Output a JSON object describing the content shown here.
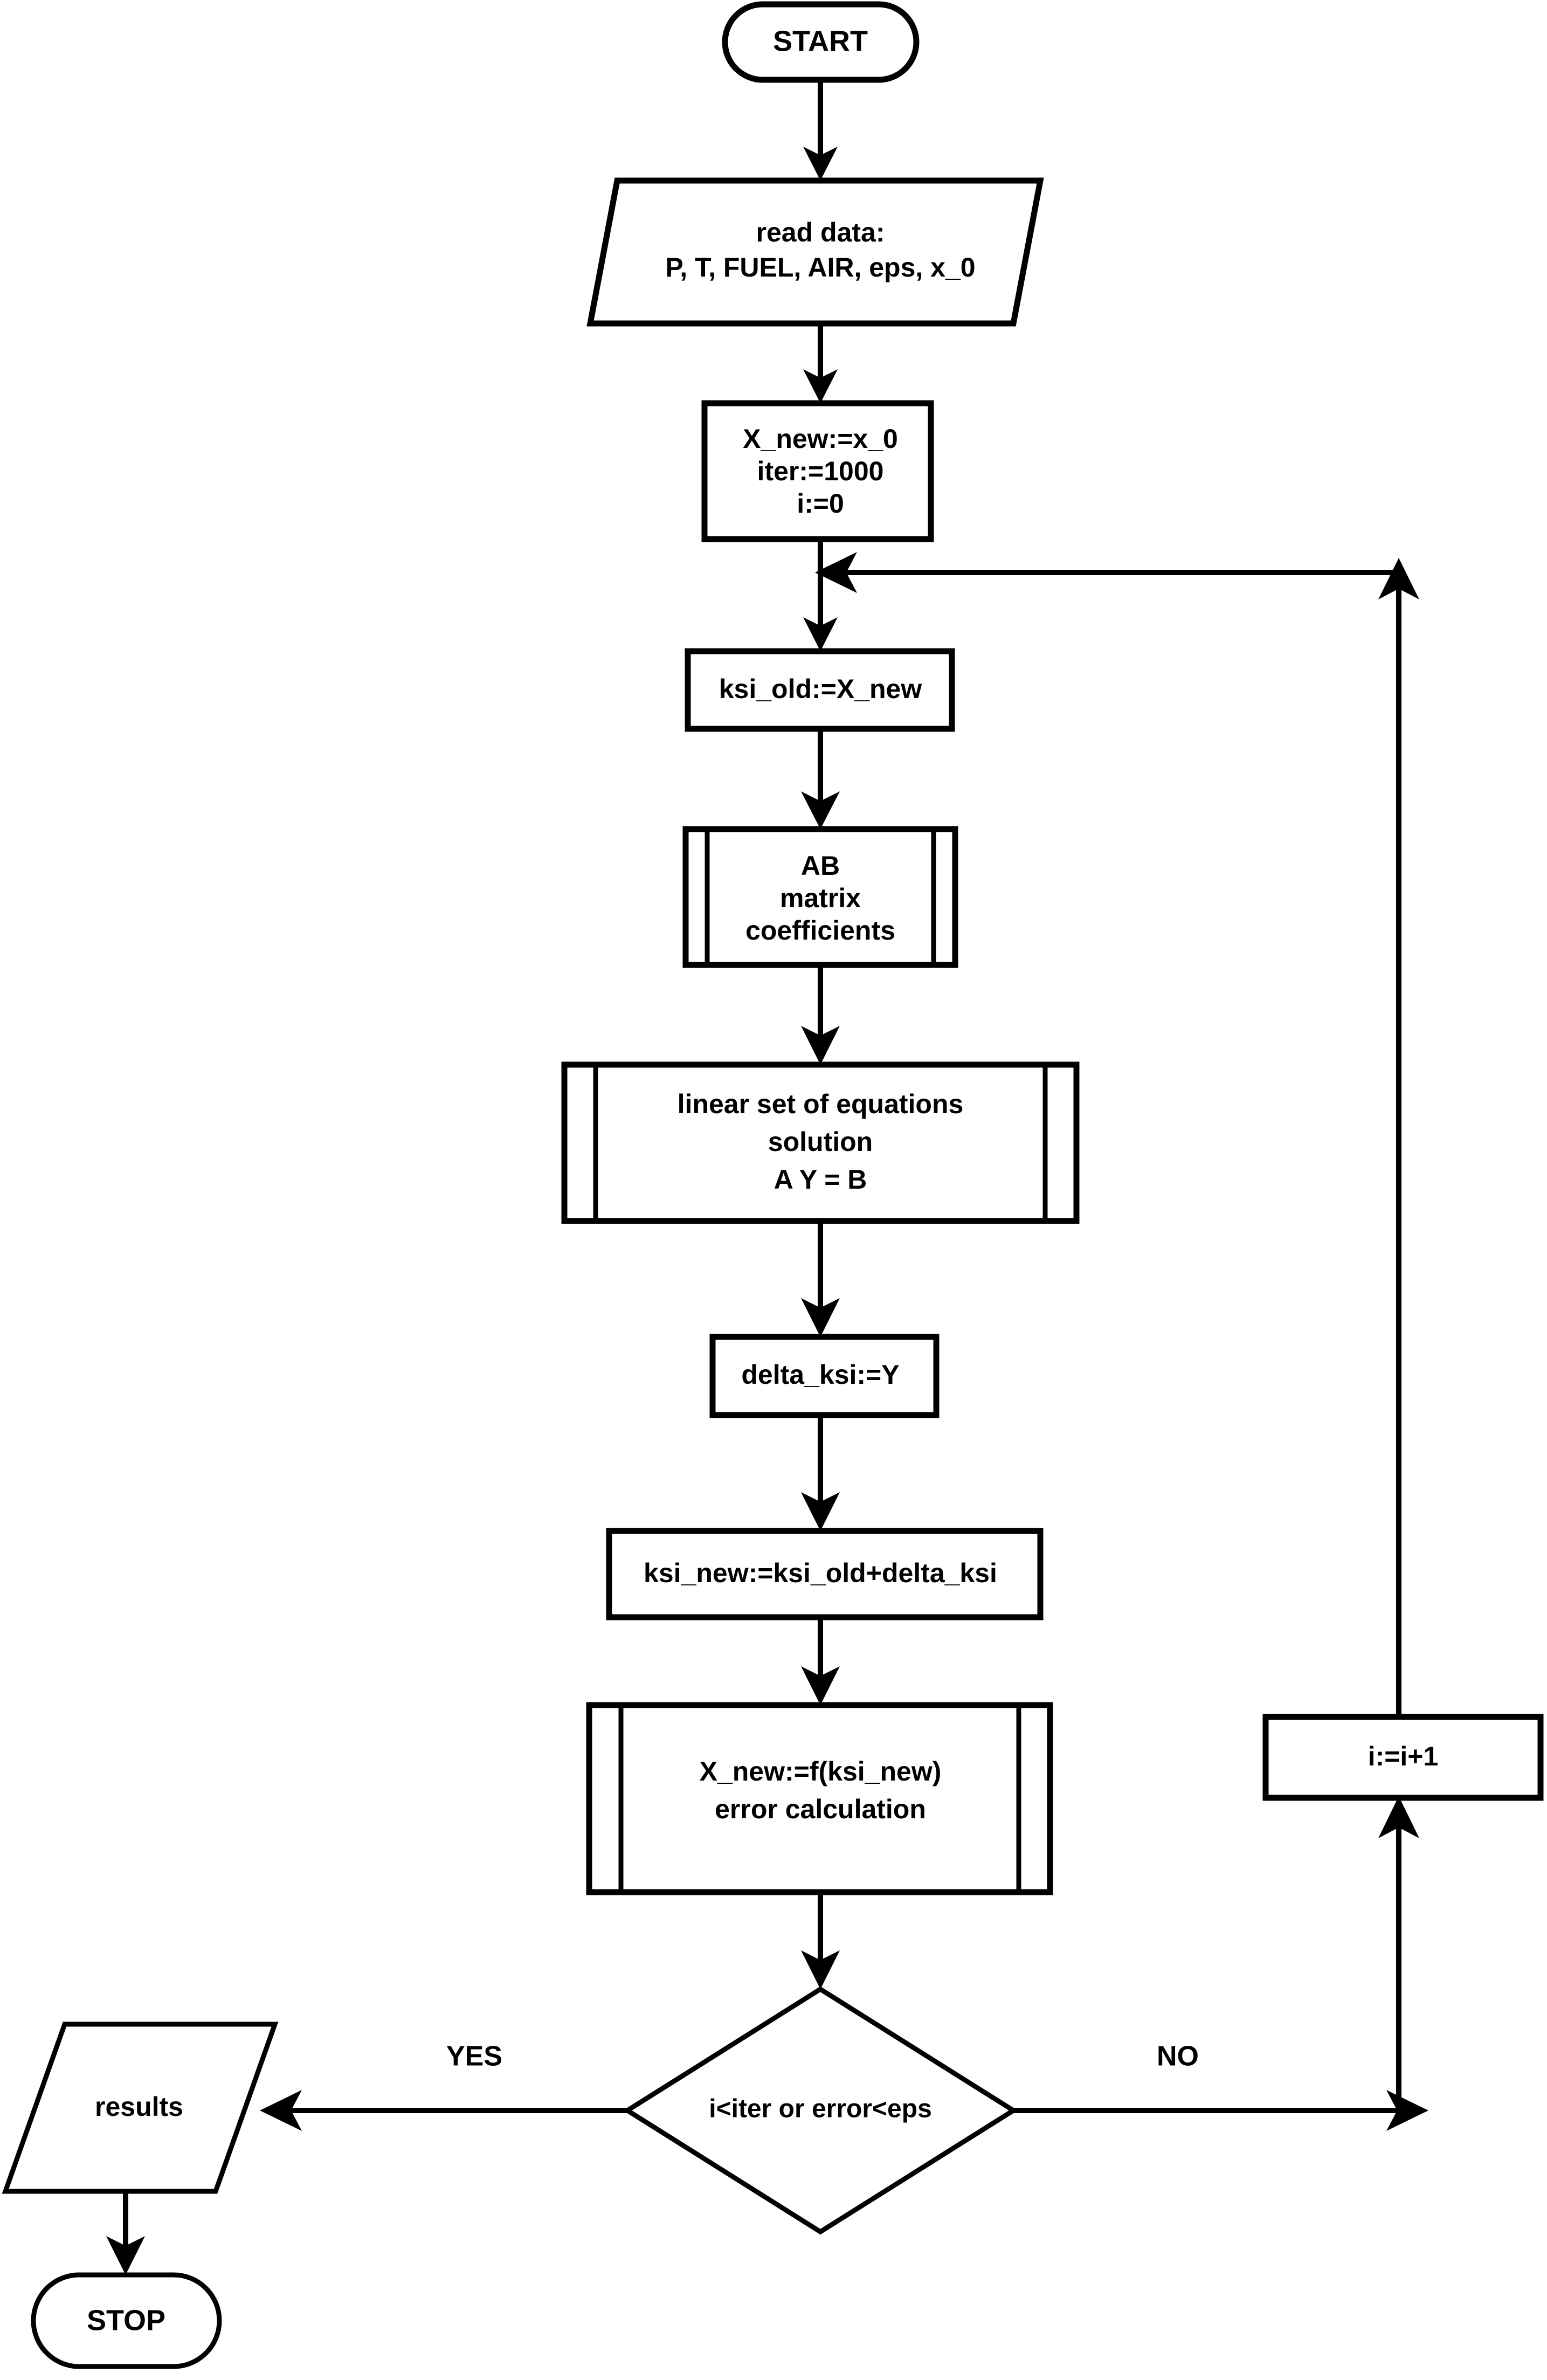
{
  "diagram": {
    "title": "Iterative equilibrium solver flowchart",
    "type": "flowchart",
    "background_color": "#ffffff",
    "line_color": "#000000",
    "orientation": "top-to-bottom"
  },
  "nodes": {
    "start": {
      "id": "start",
      "shape": "terminator",
      "label": "START"
    },
    "read_data": {
      "id": "read_data",
      "shape": "parallelogram-io",
      "line1": "read data:",
      "line2": "P, T, FUEL, AIR, eps, x_0"
    },
    "init": {
      "id": "init",
      "shape": "process",
      "line1": "X_new:=x_0",
      "line2": "iter:=1000",
      "line3": "i:=0"
    },
    "ksi_old": {
      "id": "ksi_old",
      "shape": "process",
      "line1": "ksi_old:=X_new"
    },
    "ab_matrix": {
      "id": "ab_matrix",
      "shape": "predefined-process",
      "line1": "AB",
      "line2": "matrix",
      "line3": "coefficients"
    },
    "linear_solve": {
      "id": "linear_solve",
      "shape": "predefined-process",
      "line1": "linear set of equations",
      "line2": "solution",
      "line3": "A Y = B"
    },
    "delta_ksi": {
      "id": "delta_ksi",
      "shape": "process",
      "line1": "delta_ksi:=Y"
    },
    "ksi_new": {
      "id": "ksi_new",
      "shape": "process",
      "line1": "ksi_new:=ksi_old+delta_ksi"
    },
    "x_new_error": {
      "id": "x_new_error",
      "shape": "predefined-process",
      "line1": "X_new:=f(ksi_new)",
      "line2": "error calculation"
    },
    "decision": {
      "id": "decision",
      "shape": "decision",
      "line1": "i<iter or error<eps"
    },
    "increment": {
      "id": "increment",
      "shape": "process",
      "line1": "i:=i+1"
    },
    "results": {
      "id": "results",
      "shape": "parallelogram-io",
      "line1": "results"
    },
    "stop": {
      "id": "stop",
      "shape": "terminator",
      "label": "STOP"
    }
  },
  "edge_labels": {
    "yes": "YES",
    "no": "NO"
  },
  "edges": [
    {
      "from": "start",
      "to": "read_data",
      "label": ""
    },
    {
      "from": "read_data",
      "to": "init",
      "label": ""
    },
    {
      "from": "init",
      "to": "ksi_old",
      "label": ""
    },
    {
      "from": "ksi_old",
      "to": "ab_matrix",
      "label": ""
    },
    {
      "from": "ab_matrix",
      "to": "linear_solve",
      "label": ""
    },
    {
      "from": "linear_solve",
      "to": "delta_ksi",
      "label": ""
    },
    {
      "from": "delta_ksi",
      "to": "ksi_new",
      "label": ""
    },
    {
      "from": "ksi_new",
      "to": "x_new_error",
      "label": ""
    },
    {
      "from": "x_new_error",
      "to": "decision",
      "label": ""
    },
    {
      "from": "decision",
      "to": "results",
      "label": "YES"
    },
    {
      "from": "decision",
      "to": "increment",
      "label": "NO"
    },
    {
      "from": "increment",
      "to": "ksi_old",
      "label": ""
    },
    {
      "from": "results",
      "to": "stop",
      "label": ""
    }
  ]
}
